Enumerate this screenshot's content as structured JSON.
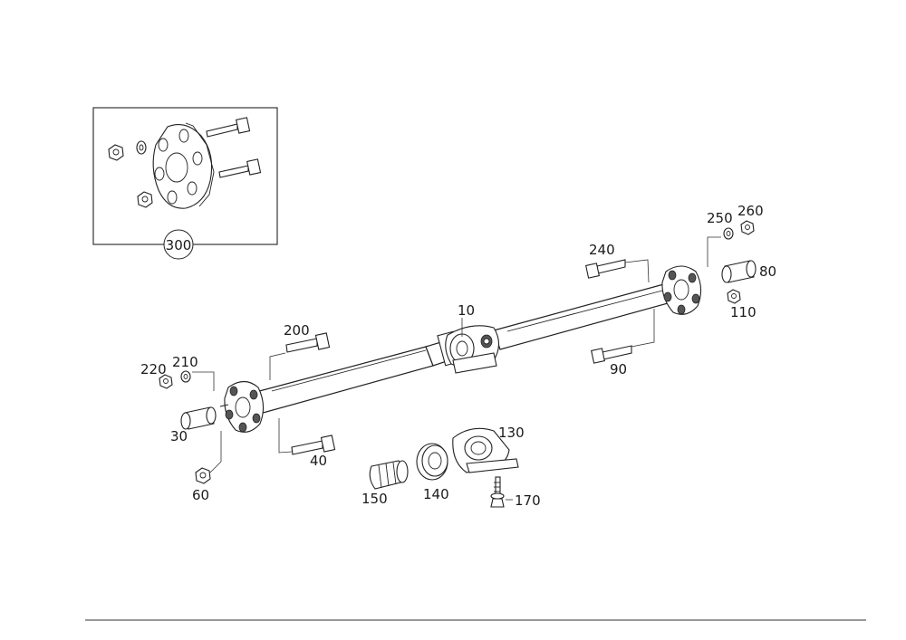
{
  "callouts": {
    "c10": "10",
    "c30": "30",
    "c40": "40",
    "c60": "60",
    "c80": "80",
    "c90": "90",
    "c110": "110",
    "c130": "130",
    "c140": "140",
    "c150": "150",
    "c170": "170",
    "c200": "200",
    "c210": "210",
    "c220": "220",
    "c240": "240",
    "c250": "250",
    "c260": "260",
    "c300": "300"
  }
}
